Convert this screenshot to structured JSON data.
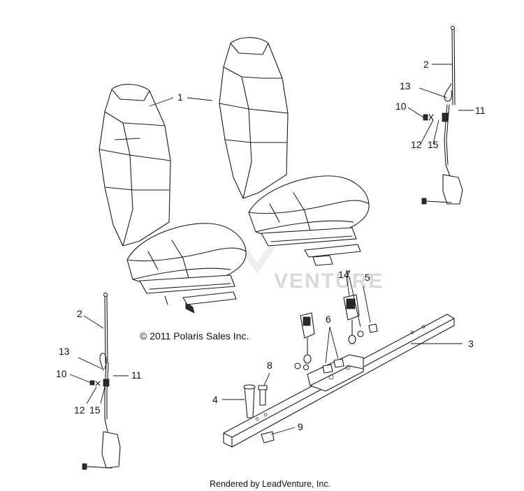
{
  "diagram": {
    "copyright": "© 2011 Polaris Sales Inc.",
    "footer": "Rendered by LeadVenture, Inc.",
    "watermark": "VENTURE",
    "callouts": {
      "c1": "1",
      "c2_left": "2",
      "c2_right": "2",
      "c3": "3",
      "c4": "4",
      "c5": "5",
      "c6": "6",
      "c7": "7",
      "c8": "8",
      "c9": "9",
      "c10_left": "10",
      "c10_right": "10",
      "c11_left": "11",
      "c11_right": "11",
      "c12_left": "12",
      "c12_right": "12",
      "c13_left": "13",
      "c13_right": "13",
      "c14": "14",
      "c15_left": "15",
      "c15_right": "15"
    }
  }
}
